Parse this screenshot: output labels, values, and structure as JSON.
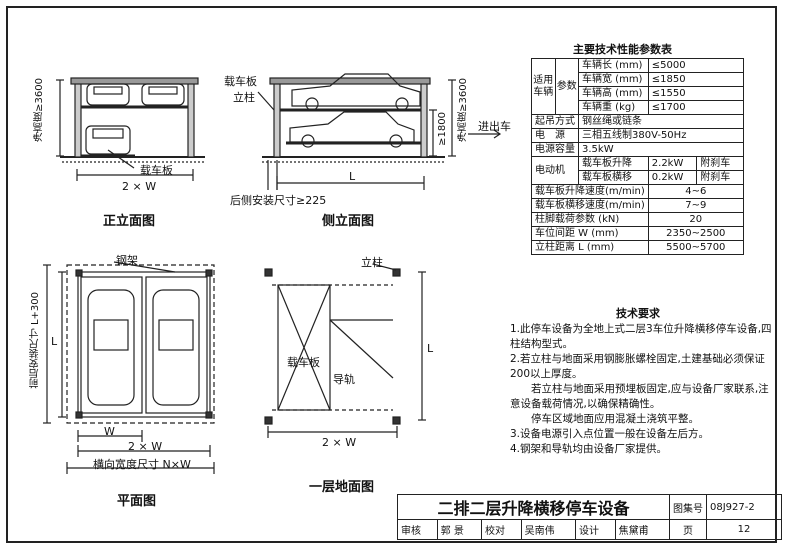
{
  "elevation": {
    "headroom": "净高度≥3600",
    "platform": "载车板",
    "width": "2 × W",
    "title": "正立面图"
  },
  "side": {
    "platform": "载车板",
    "column": "立柱",
    "headroom": "净高度≥3600",
    "lower_height": "≥1800",
    "entry": "进出车",
    "length": "L",
    "rear_dim": "后侧安装尺寸≥225",
    "title": "侧立面图"
  },
  "plan": {
    "frame": "钢架",
    "front_back": "前后安装尺寸 L+300",
    "length": "L",
    "w": "W",
    "width2": "2 × W",
    "lateral": "横向宽度尺寸 N×W",
    "title": "平面图"
  },
  "floor": {
    "column": "立柱",
    "platform": "载车板",
    "rail": "导轨",
    "length": "L",
    "width": "2 × W",
    "title": "一层地面图"
  },
  "specs": {
    "title": "主要技术性能参数表",
    "vehicle_group": "适用车辆",
    "vehicle_sub": "参数",
    "rows": [
      {
        "label": "车辆长 (mm)",
        "value": "≤5000"
      },
      {
        "label": "车辆宽 (mm)",
        "value": "≤1850"
      },
      {
        "label": "车辆高 (mm)",
        "value": "≤1550"
      },
      {
        "label": "车辆重 (kg)",
        "value": "≤1700"
      }
    ],
    "lifting": {
      "label": "起吊方式",
      "value": "钢丝绳或链条"
    },
    "power": {
      "label": "电　源",
      "value": "三相五线制380V-50Hz"
    },
    "capacity": {
      "label": "电源容量",
      "value": "3.5kW"
    },
    "motor": {
      "label": "电动机",
      "lift_label": "载车板升降",
      "lift_value": "2.2kW",
      "lift_note": "附刹车",
      "shift_label": "载车板横移",
      "shift_value": "0.2kW",
      "shift_note": "附刹车"
    },
    "lift_speed": {
      "label": "载车板升降速度(m/min)",
      "value": "4~6"
    },
    "shift_speed": {
      "label": "载车板横移速度(m/min)",
      "value": "7~9"
    },
    "load": {
      "label": "柱脚载荷参数 (kN)",
      "value": "20"
    },
    "spacing_w": {
      "label": "车位间距 W (mm)",
      "value": "2350~2500"
    },
    "spacing_l": {
      "label": "立柱距离 L (mm)",
      "value": "5500~5700"
    }
  },
  "notes": {
    "title": "技术要求",
    "items": [
      "1.此停车设备为全地上式二层3车位升降横移停车设备,四柱结构型式。",
      "2.若立柱与地面采用钢膨胀螺栓固定,土建基础必须保证200以上厚度。",
      "若立柱与地面采用预埋板固定,应与设备厂家联系,注意设备载荷情况,以确保精确性。",
      "停车区域地面应用混凝土浇筑平整。",
      "3.设备电源引入点位置一般在设备左后方。",
      "4.钢架和导轨均由设备厂家提供。"
    ]
  },
  "titleblock": {
    "title": "二排二层升降横移停车设备",
    "atlas_label": "图集号",
    "atlas_no": "08J927-2",
    "review": "审核",
    "reviewer": "郭 景",
    "check": "校对",
    "checker": "吴南伟",
    "design": "设计",
    "designer": "焦黛甫",
    "page_label": "页",
    "page_no": "12"
  }
}
